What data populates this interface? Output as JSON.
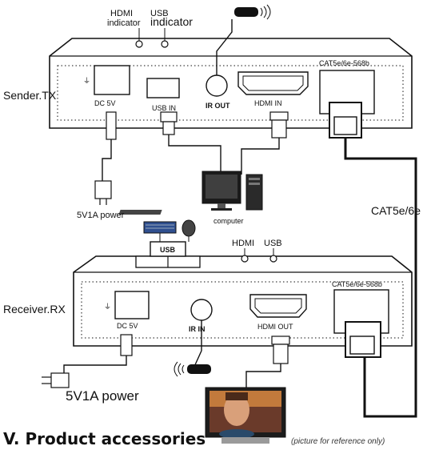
{
  "labels": {
    "hdmi_indicator_top": [
      "HDMI",
      "indicator"
    ],
    "usb_indicator_top": [
      "USB",
      "indicator"
    ],
    "sender": "Sender.TX",
    "receiver": "Receiver.RX",
    "dc5v_tx": "DC 5V",
    "usb_in": "USB IN",
    "ir_out": "IR OUT",
    "hdmi_in": "HDMI IN",
    "cat_tx": "CAT5e/6e-568b",
    "cat_rx": "CAT5e/6e-568b",
    "cat_cable": "CAT5e/6e",
    "power_tx": "5V1A power",
    "computer": "computer",
    "usb_rx": "USB",
    "hdmi_rx_top": "HDMI",
    "usb_rx_top": "USB",
    "dc5v_rx": "DC 5V",
    "ir_in": "IR IN",
    "hdmi_out": "HDMI OUT",
    "power_rx": "5V1A power"
  },
  "section_heading": "V. Product accessories",
  "caption": "(picture for reference only)"
}
